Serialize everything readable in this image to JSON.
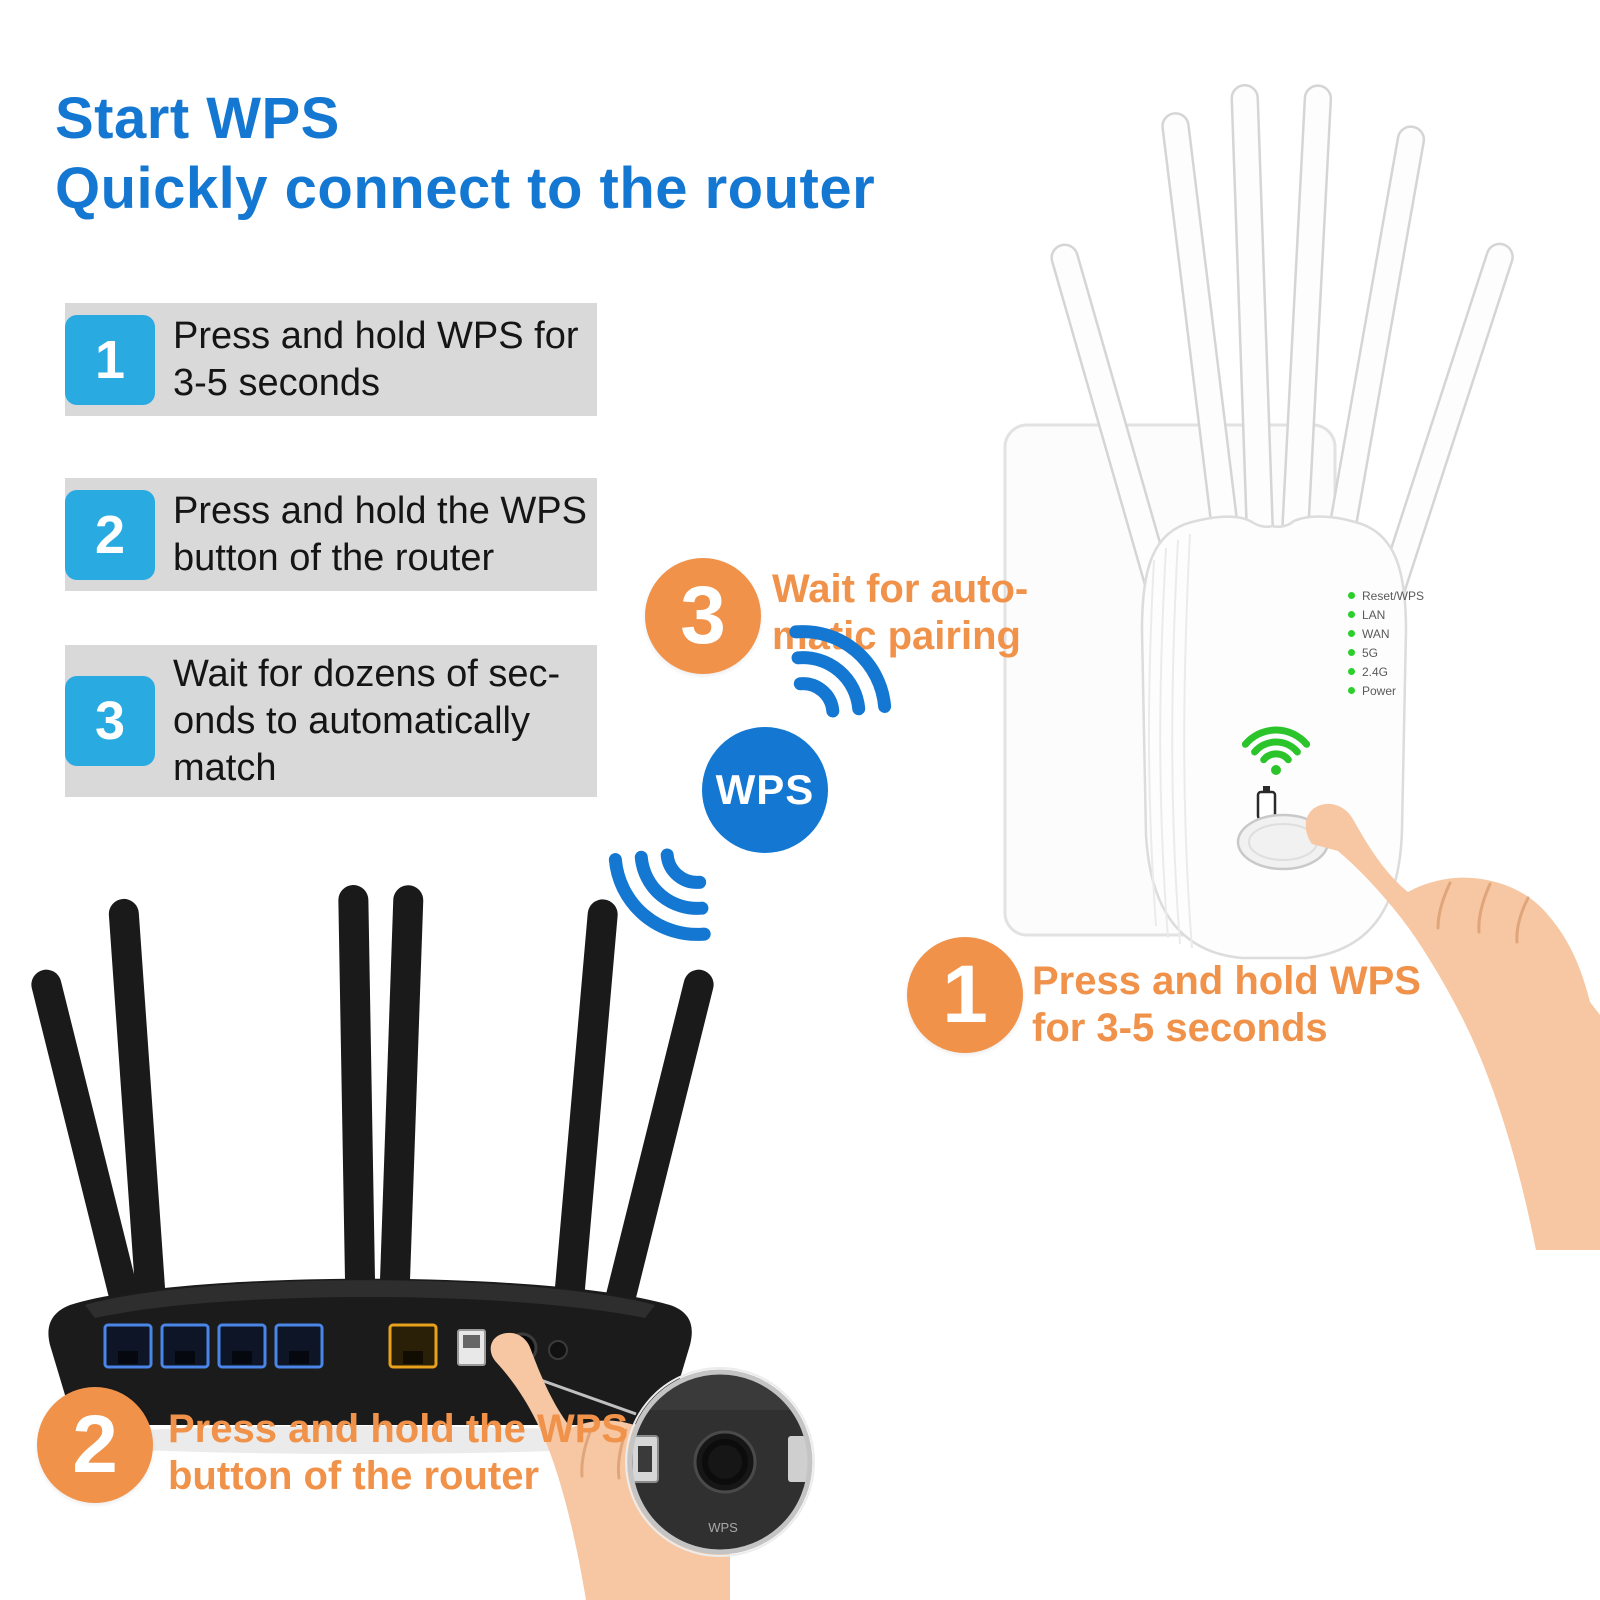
{
  "title": {
    "line1": "Start WPS",
    "line2": "Quickly connect to the router"
  },
  "steps": [
    {
      "number": "1",
      "lines": [
        "Press and hold WPS for",
        "3-5 seconds",
        ""
      ]
    },
    {
      "number": "2",
      "lines": [
        "Press and hold the WPS",
        "button of the router",
        ""
      ]
    },
    {
      "number": "3",
      "lines": [
        "Wait for dozens of sec-",
        "onds to automatically",
        "match"
      ]
    }
  ],
  "diagram": {
    "wps_badge": "WPS",
    "callout_pairing": {
      "number": "3",
      "lines": [
        "Wait for auto-",
        "matic pairing"
      ]
    },
    "callout_extender": {
      "number": "1",
      "lines": [
        "Press and hold WPS",
        "for 3-5 seconds"
      ]
    },
    "callout_router": {
      "number": "2",
      "lines": [
        "Press and hold the WPS",
        "button of the router"
      ]
    }
  },
  "repeater": {
    "led_labels": [
      "Reset/WPS",
      "LAN",
      "WAN",
      "5G",
      "2.4G",
      "Power"
    ]
  },
  "router": {
    "magnifier_label": "WPS"
  },
  "colors": {
    "accent_blue": "#1478d2",
    "step_blue": "#29abe2",
    "orange": "#f0924a",
    "bar_gray": "#d9d9d9",
    "led_green": "#2bd02b"
  }
}
